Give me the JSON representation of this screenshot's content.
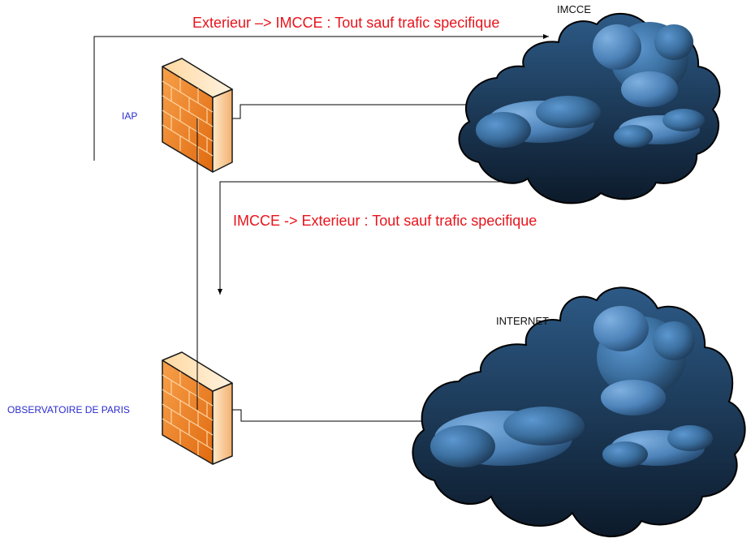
{
  "labels": {
    "top_rule": "Exterieur –> IMCCE : Tout sauf trafic specifique",
    "bottom_rule": "IMCCE -> Exterieur : Tout sauf trafic specifique"
  },
  "nodes": {
    "imcce": "IMCCE",
    "internet": "INTERNET",
    "iap": "IAP",
    "observatoire": "OBSERVATOIRE DE PARIS"
  },
  "icons": {
    "firewall": "firewall-icon",
    "cloud": "cloud-icon"
  },
  "colors": {
    "rule_text": "#e8141c",
    "site_text": "#2b2bd0",
    "cloud_outline": "#000000",
    "cloud_fill_dark": "#1e3a5c",
    "cloud_fill_light": "#4f86c0",
    "firewall_orange": "#f07a1e",
    "firewall_light": "#ffd9a8"
  }
}
